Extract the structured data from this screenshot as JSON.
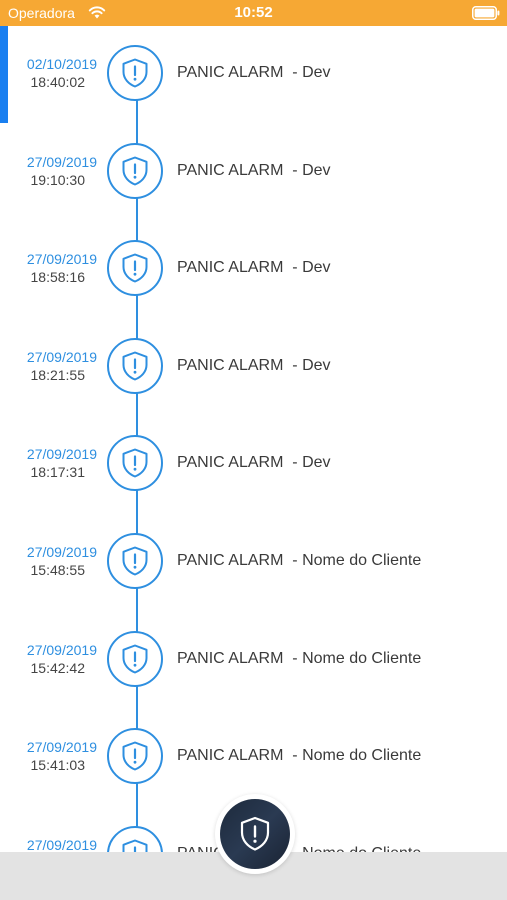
{
  "status_bar": {
    "carrier": "Operadora",
    "time": "10:52"
  },
  "colors": {
    "status_bar": "#f6a834",
    "accent": "#2e8fe0",
    "selected": "#1a7ff0",
    "panic_button": "#1d2a3c"
  },
  "icons": {
    "event": "shield-alert-icon",
    "panic": "shield-alert-icon"
  },
  "events": [
    {
      "date": "02/10/2019",
      "time": "18:40:02",
      "title": "PANIC ALARM  - Dev"
    },
    {
      "date": "27/09/2019",
      "time": "19:10:30",
      "title": "PANIC ALARM  - Dev"
    },
    {
      "date": "27/09/2019",
      "time": "18:58:16",
      "title": "PANIC ALARM  - Dev"
    },
    {
      "date": "27/09/2019",
      "time": "18:21:55",
      "title": "PANIC ALARM  - Dev"
    },
    {
      "date": "27/09/2019",
      "time": "18:17:31",
      "title": "PANIC ALARM  - Dev"
    },
    {
      "date": "27/09/2019",
      "time": "15:48:55",
      "title": "PANIC ALARM  - Nome do Cliente"
    },
    {
      "date": "27/09/2019",
      "time": "15:42:42",
      "title": "PANIC ALARM  - Nome do Cliente"
    },
    {
      "date": "27/09/2019",
      "time": "15:41:03",
      "title": "PANIC ALARM  - Nome do Cliente"
    },
    {
      "date": "27/09/2019",
      "time": "",
      "title": "PANIC ALARM  - Nome do Cliente"
    }
  ]
}
